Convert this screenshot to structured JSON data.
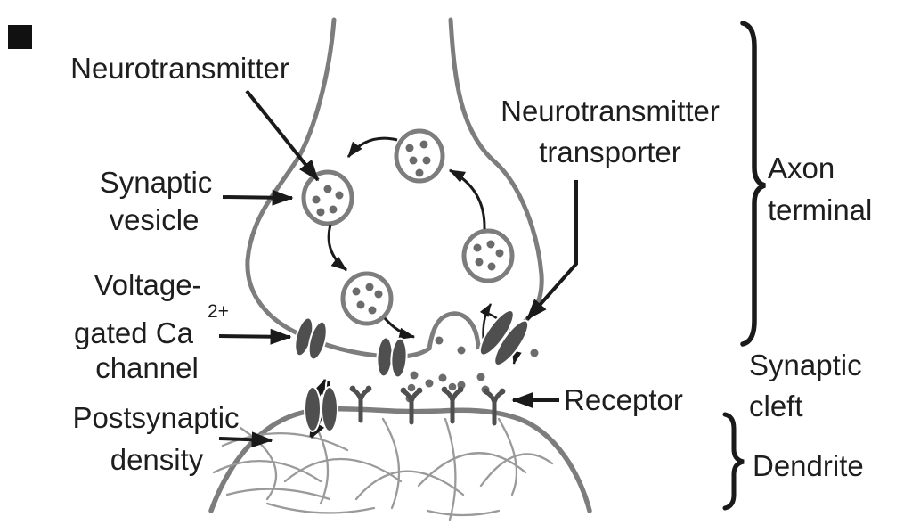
{
  "figure": {
    "title": "Synapse diagram",
    "background_color": "#ffffff",
    "ink_color": "#1e1e1e",
    "membrane_color": "#7d7d7d",
    "structure_color": "#4f4f4f",
    "density_color": "#9a9a9a"
  },
  "labels": {
    "neurotransmitter": "Neurotransmitter",
    "synaptic_vesicle_line1": "Synaptic",
    "synaptic_vesicle_line2": "vesicle",
    "voltage_line1": "Voltage-",
    "voltage_line2": "gated Ca",
    "voltage_sup": "2+",
    "voltage_line3": "channel",
    "postsynaptic_line1": "Postsynaptic",
    "postsynaptic_line2": "density",
    "transporter_line1": "Neurotransmitter",
    "transporter_line2": "transporter",
    "receptor": "Receptor",
    "axon_line1": "Axon",
    "axon_line2": "terminal",
    "cleft_line1": "Synaptic",
    "cleft_line2": "cleft",
    "dendrite": "Dendrite"
  }
}
